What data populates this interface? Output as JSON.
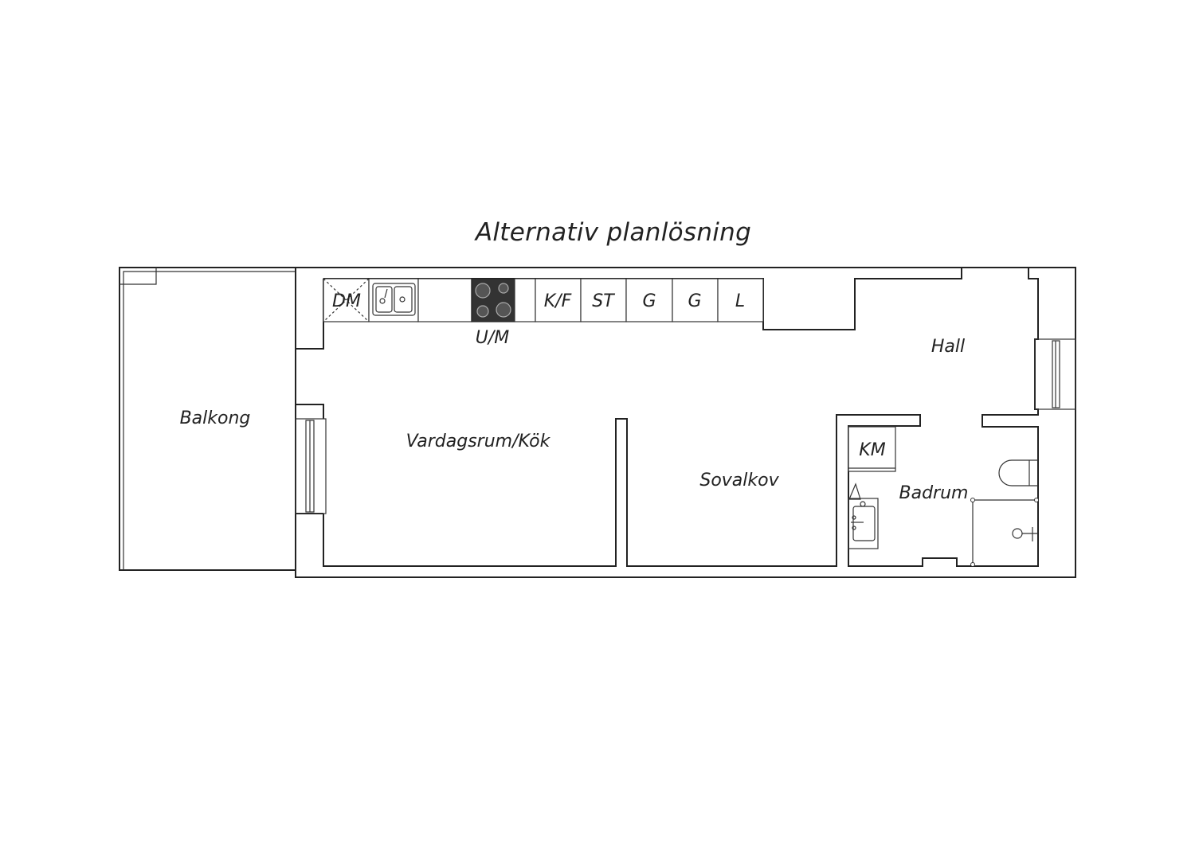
{
  "title": "Alternativ planlösning",
  "rooms": {
    "balcony": "Balkong",
    "living_kitchen": "Vardagsrum/Kök",
    "bedroom_alcove": "Sovalkov",
    "hall": "Hall",
    "bathroom": "Badrum"
  },
  "appliances": {
    "dishwasher": "DM",
    "oven_microwave": "U/M",
    "fridge_freezer": "K/F",
    "closet": "ST",
    "wardrobe_1": "G",
    "wardrobe_2": "G",
    "linen_closet": "L",
    "washing_machine": "KM"
  },
  "colors": {
    "line": "#222222",
    "stove": "#333333",
    "background": "#ffffff"
  }
}
